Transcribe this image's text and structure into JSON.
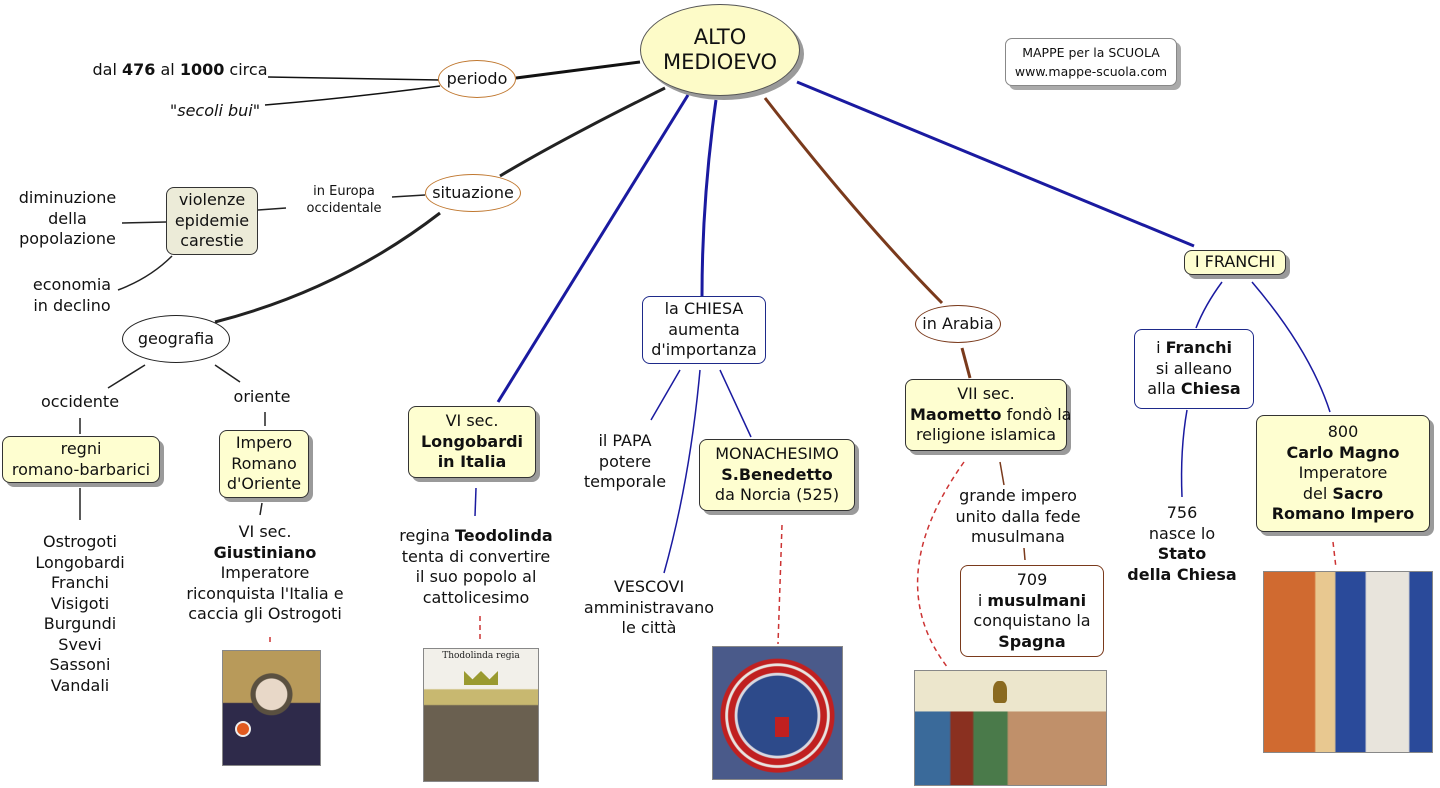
{
  "watermark": {
    "line1": "MAPPE per la SCUOLA",
    "line2": "www.mappe-scuola.com"
  },
  "root": {
    "line1": "ALTO",
    "line2": "MEDIOEVO"
  },
  "periodo": {
    "label": "periodo",
    "date": {
      "pre1": "dal ",
      "b1": "476",
      "mid": " al ",
      "b2": "1000",
      "post": " circa"
    },
    "nickname": "\"secoli bui\""
  },
  "situazione": {
    "label": "situazione",
    "link": {
      "line1": "in Europa",
      "line2": "occidentale"
    },
    "problems": [
      "violenze",
      "epidemie",
      "carestie"
    ],
    "effect1": [
      "diminuzione",
      "della",
      "popolazione"
    ],
    "effect2": [
      "economia",
      "in declino"
    ]
  },
  "geografia": {
    "label": "geografia",
    "west": {
      "label": "occidente",
      "box": [
        "regni",
        "romano-barbarici"
      ],
      "peoples": [
        "Ostrogoti",
        "Longobardi",
        "Franchi",
        "Visigoti",
        "Burgundi",
        "Svevi",
        "Sassoni",
        "Vandali"
      ]
    },
    "east": {
      "label": "oriente",
      "box": [
        "Impero",
        "Romano",
        "d'Oriente"
      ],
      "detail": {
        "line1": "VI sec.",
        "bold": "Giustiniano",
        "line3": "Imperatore",
        "line4": "riconquista l'Italia e",
        "line5": "caccia gli Ostrogoti"
      },
      "image": "giustiniano-mosaic"
    }
  },
  "longobardi": {
    "box": {
      "line1": "VI sec.",
      "bold1": "Longobardi",
      "bold2": "in Italia"
    },
    "detail": {
      "pre": "regina ",
      "bold": "Teodolinda",
      "line2": "tenta di convertire",
      "line3": "il suo popolo al",
      "line4": "cattolicesimo"
    },
    "image": {
      "name": "teodolinda-woodcut",
      "caption": "Thodolinda regia"
    }
  },
  "chiesa": {
    "box": [
      "la CHIESA",
      "aumenta",
      "d'importanza"
    ],
    "papa": [
      "il PAPA",
      "potere",
      "temporale"
    ],
    "vescovi": [
      "VESCOVI",
      "amministravano",
      "le città"
    ],
    "monachesimo": {
      "line1": "MONACHESIMO",
      "bold": "S.Benedetto",
      "line3": "da Norcia (525)"
    },
    "image": "san-benedetto-fresco"
  },
  "arabia": {
    "label": "in Arabia",
    "box": {
      "line1": "VII sec.",
      "bold": "Maometto",
      "rest": " fondò la",
      "line3": "religione islamica"
    },
    "impero": [
      "grande impero",
      "unito dalla fede",
      "musulmana"
    ],
    "spagna": {
      "line1": "709",
      "pre": "i ",
      "bold": "musulmani",
      "line3": "conquistano la",
      "bold2": "Spagna"
    },
    "image": "maometto-miniature"
  },
  "franchi": {
    "label": "I FRANCHI",
    "alleanza": {
      "pre": "i ",
      "bold1": "Franchi",
      "line2": "si alleano",
      "pre3": "alla ",
      "bold3": "Chiesa"
    },
    "stato": {
      "line1": "756",
      "line2": "nasce lo",
      "bold1": "Stato",
      "bold2": "della Chiesa"
    },
    "carlo": {
      "line1": "800",
      "bold1": "Carlo Magno",
      "line3": "Imperatore",
      "pre4": "del ",
      "bold4": "Sacro",
      "bold5": "Romano Impero"
    },
    "image": "incoronazione-carlo-magno"
  }
}
